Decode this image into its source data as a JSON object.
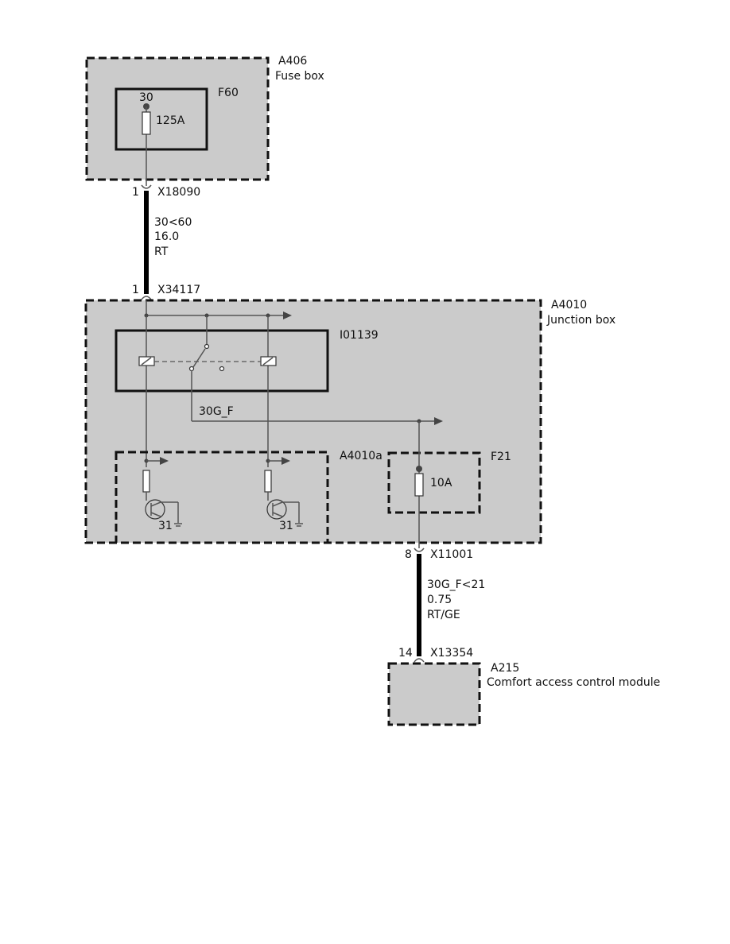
{
  "diagram": {
    "modules": {
      "fuse_box": {
        "id": "A406",
        "name": "Fuse box"
      },
      "junction_box": {
        "id": "A4010",
        "name": "Junction box"
      },
      "sub_module": {
        "id": "A4010a"
      },
      "comfort_module": {
        "id": "A215",
        "name": "Comfort access control module"
      }
    },
    "fuses": {
      "f60": {
        "id": "F60",
        "terminal": "30",
        "rating": "125A"
      },
      "f21": {
        "id": "F21",
        "rating": "10A"
      }
    },
    "relay": {
      "id": "I01139"
    },
    "connectors": {
      "x18090": {
        "pin": "1",
        "id": "X18090"
      },
      "x34117": {
        "pin": "1",
        "id": "X34117"
      },
      "x11001": {
        "pin": "8",
        "id": "X11001"
      },
      "x13354": {
        "pin": "14",
        "id": "X13354"
      }
    },
    "wires": {
      "w1": {
        "signal": "30<60",
        "gauge": "16.0",
        "color": "RT"
      },
      "w2": {
        "signal": "30G_F<21",
        "gauge": "0.75",
        "color": "RT/GE"
      }
    },
    "internal": {
      "bus_label": "30G_F",
      "ground_left": "31",
      "ground_right": "31"
    }
  }
}
